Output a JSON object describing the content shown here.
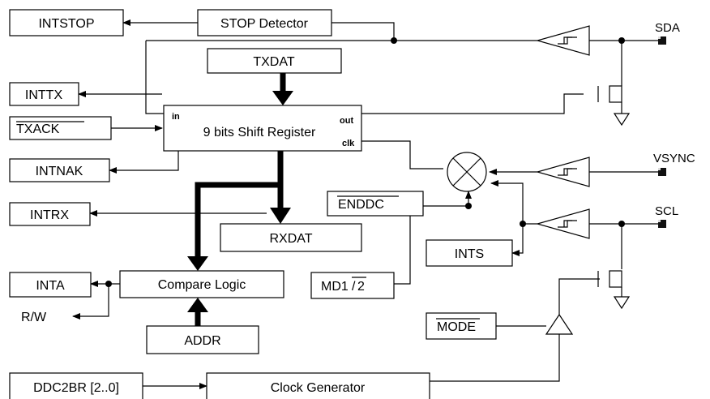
{
  "blocks": {
    "intstop": "INTSTOP",
    "stop_detector": "STOP Detector",
    "txdat": "TXDAT",
    "inttx": "INTTX",
    "txack": "TXACK",
    "shift_register": "9 bits Shift Register",
    "shift_in": "in",
    "shift_out": "out",
    "shift_clk": "clk",
    "intnak": "INTNAK",
    "intrx": "INTRX",
    "rxdat": "RXDAT",
    "enddc": "ENDDC",
    "ints": "INTS",
    "inta": "INTA",
    "compare_logic": "Compare Logic",
    "rw": "R/W",
    "md1": "MD1",
    "md2": "2",
    "addr": "ADDR",
    "mode": "MODE",
    "ddc2br": "DDC2BR [2..0]",
    "clock_generator": "Clock Generator"
  },
  "pins": {
    "sda": "SDA",
    "vsync": "VSYNC",
    "scl": "SCL"
  }
}
